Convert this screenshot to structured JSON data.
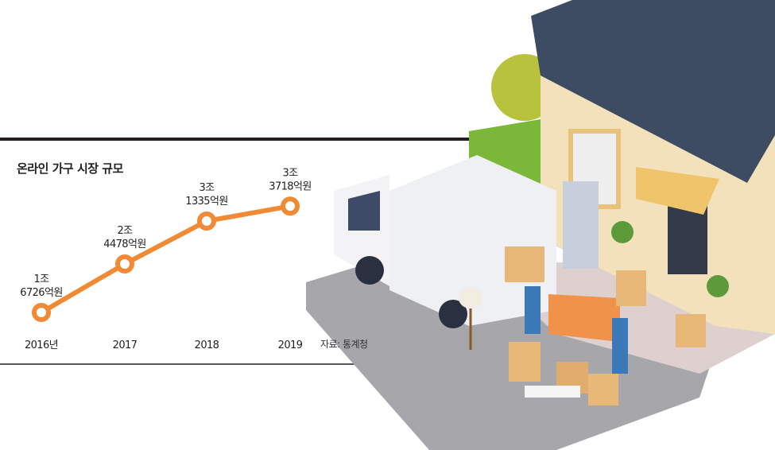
{
  "chart_data": {
    "type": "line",
    "title": "온라인 가구 시장 규모",
    "categories": [
      "2016년",
      "2017",
      "2018",
      "2019"
    ],
    "values": [
      16726,
      24478,
      31335,
      33718
    ],
    "unit": "억원",
    "data_labels": [
      [
        "1조",
        "6726억원"
      ],
      [
        "2조",
        "4478억원"
      ],
      [
        "3조",
        "1335억원"
      ],
      [
        "3조",
        "3718억원"
      ]
    ],
    "source": "자료: 통계청",
    "xlabel": "",
    "ylabel": "",
    "grid": false,
    "line_color": "#f08a34"
  }
}
